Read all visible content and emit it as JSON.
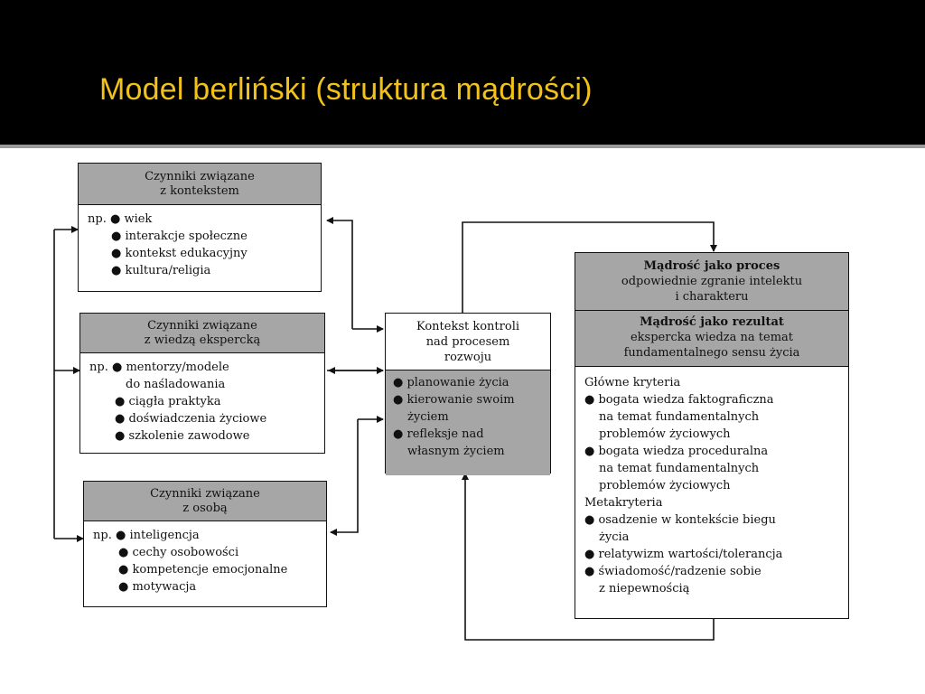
{
  "slide": {
    "title": "Model berliński (struktura mądrości)"
  },
  "box_context": {
    "header": [
      "Czynniki związane",
      "z kontekstem"
    ],
    "prefix": "np.",
    "items": [
      "wiek",
      "interakcje społeczne",
      "kontekst edukacyjny",
      "kultura/religia"
    ]
  },
  "box_expert": {
    "header": [
      "Czynniki związane",
      "z wiedzą ekspercką"
    ],
    "prefix": "np.",
    "items": [
      "mentorzy/modele",
      "do naśladowania",
      "ciągła praktyka",
      "doświadczenia życiowe",
      "szkolenie zawodowe"
    ]
  },
  "box_person": {
    "header": [
      "Czynniki związane",
      "z osobą"
    ],
    "prefix": "np.",
    "items": [
      "inteligencja",
      "cechy osobowości",
      "kompetencje emocjonalne",
      "motywacja"
    ]
  },
  "box_control": {
    "header": [
      "Kontekst kontroli",
      "nad procesem",
      "rozwoju"
    ],
    "items": [
      "planowanie życia",
      "kierowanie swoim",
      "życiem",
      "refleksje nad",
      "własnym życiem"
    ]
  },
  "box_wisdom": {
    "process_header": [
      "Mądrość jako proces",
      "odpowiednie zgranie intelektu",
      "i charakteru"
    ],
    "result_title": "Mądrość jako rezultat",
    "result_lines": [
      "ekspercka wiedza na temat",
      "fundamentalnego sensu życia"
    ],
    "main_criteria_title": "Główne kryteria",
    "main_criteria": [
      "bogata wiedza faktograficzna",
      "na temat fundamentalnych",
      "problemów życiowych",
      "bogata wiedza proceduralna",
      "na temat fundamentalnych",
      "problemów życiowych"
    ],
    "meta_title": "Metakryteria",
    "meta_criteria": [
      "osadzenie w kontekście biegu",
      "życia",
      "relatywizm wartości/tolerancja",
      "świadomość/radzenie sobie",
      "z niepewnością"
    ]
  },
  "colors": {
    "title": "#f2c21b",
    "background": "#000000",
    "header_fill": "#a6a6a6",
    "line": "#111111"
  }
}
